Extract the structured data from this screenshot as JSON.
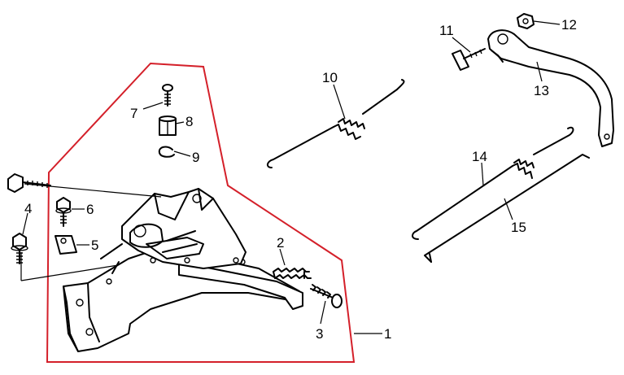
{
  "callouts": {
    "c1": "1",
    "c2": "2",
    "c3": "3",
    "c4": "4",
    "c5": "5",
    "c6": "6",
    "c7": "7",
    "c8": "8",
    "c9": "9",
    "c10": "10",
    "c11": "11",
    "c12": "12",
    "c13": "13",
    "c14": "14",
    "c15": "15"
  },
  "colors": {
    "outline": "#d4202a",
    "line": "#000000",
    "background": "#ffffff"
  }
}
